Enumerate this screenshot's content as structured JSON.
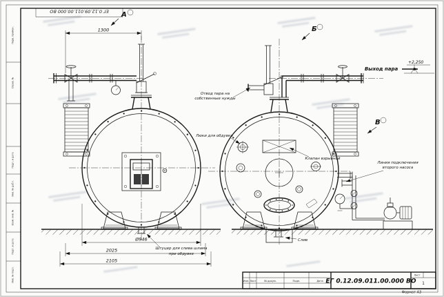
{
  "doc": {
    "number": "ЕГ 0.12.09.011.00.000  ВО",
    "number_corner": "ЕГ 0.12.09.011.00.000 ВО"
  },
  "views": {
    "a": "А",
    "b": "Б",
    "v": "В"
  },
  "ann": {
    "steam_outlet": "Выход пара",
    "level": "+2,250",
    "own1": "Отвод пара на",
    "own2": "собственные нужды",
    "hatches": "Люки для обдувки",
    "expl": "Клапан взрывной",
    "pump1": "Линия подключения",
    "pump2": "второго насоса",
    "sludge1": "Штуцер для слива шлама",
    "sludge2": "при обдувке",
    "drain": "Слив"
  },
  "dims": {
    "w1300": "1300",
    "d946": "Ø946",
    "l2025": "2025",
    "l2105": "2105"
  },
  "tb": {
    "izm": "Изм.",
    "list": "Лист",
    "doc": "№ докум.",
    "sign": "Подп.",
    "date": "Дата",
    "sheet_label": "Лист",
    "sheet": "1",
    "format": "Формат А3"
  },
  "strip": {
    "l1": "Перв. примен.",
    "l2": "Справ. №",
    "l3": "Подп. и дата",
    "l4": "Инв. № дубл.",
    "l5": "Взам. инв. №",
    "l6": "Подп. и дата",
    "l7": "Инв. № подл."
  }
}
